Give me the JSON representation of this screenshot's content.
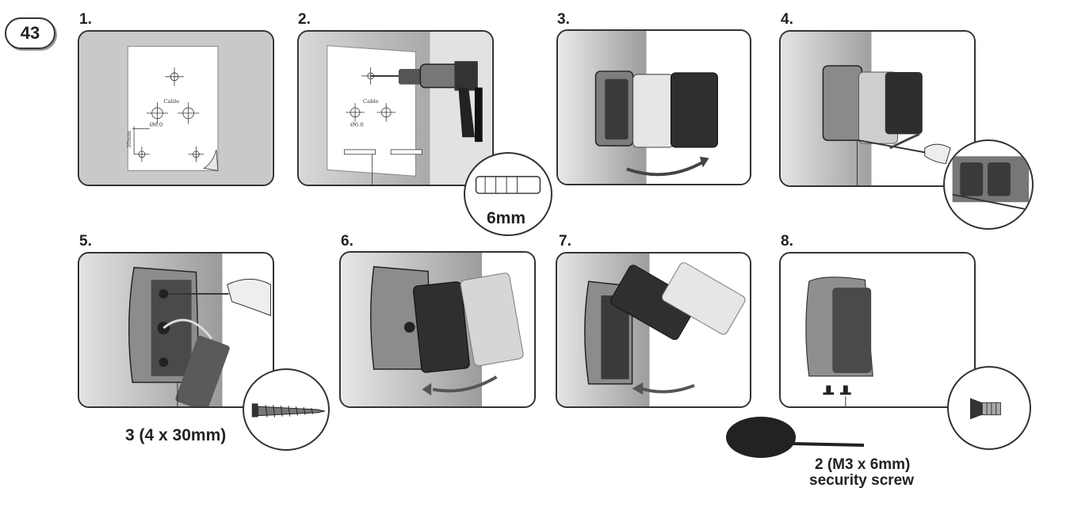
{
  "page_number": "43",
  "steps": [
    {
      "number": "1."
    },
    {
      "number": "2."
    },
    {
      "number": "3."
    },
    {
      "number": "4."
    },
    {
      "number": "5."
    },
    {
      "number": "6."
    },
    {
      "number": "7."
    },
    {
      "number": "8."
    }
  ],
  "template_labels": {
    "cable": "Cable",
    "hole_diameter": "Ø6.0",
    "spacing": "30mm"
  },
  "callouts": {
    "plug_size": "6mm",
    "wall_screws": "3 (4 x 30mm)",
    "security_screw_count": "2 (M3 x 6mm)",
    "security_screw_type": "security screw"
  },
  "colors": {
    "outline": "#333333",
    "wall_gray": "#c8c8c8",
    "keypad_dark": "#2f2f2f"
  }
}
